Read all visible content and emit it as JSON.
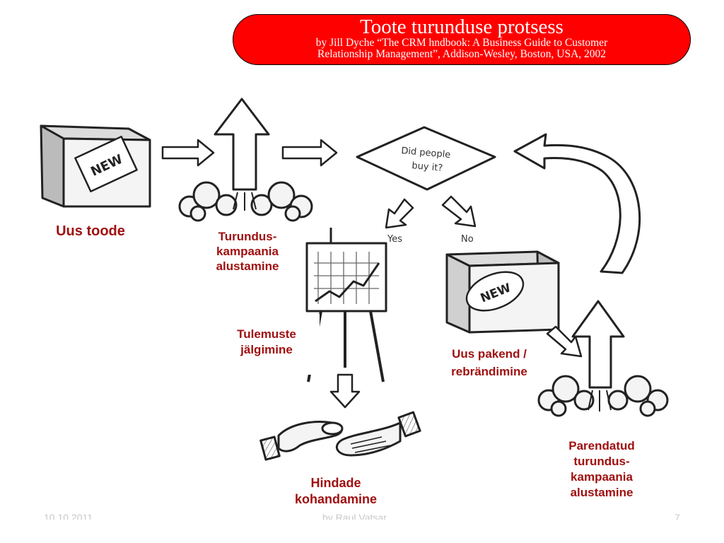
{
  "header": {
    "title": "Toote turunduse protsess",
    "subtitle_line1": "by Jill Dyche “The CRM hndbook: A Business Guide to Customer",
    "subtitle_line2": "Relationship Management”, Addison-Wesley, Boston, USA, 2002"
  },
  "diagram": {
    "box_sticker": "NEW",
    "decision_line1": "Did people",
    "decision_line2": "buy it?",
    "branch_yes": "Yes",
    "branch_no": "No"
  },
  "labels": {
    "new_product": "Uus toode",
    "campaign_start": [
      "Turundus-",
      "kampaania",
      "alustamine"
    ],
    "tracking": [
      "Tulemuste",
      "jälgimine"
    ],
    "price_adjust": [
      "Hindade",
      "kohandamine"
    ],
    "rebrand": [
      "Uus pakend /",
      "rebrändimine"
    ],
    "improved_campaign": [
      "Parendatud",
      "turundus-",
      "kampaania",
      "alustamine"
    ]
  },
  "footer": {
    "date": "10.10.2011",
    "author": "by Raul Vatsar",
    "page": "7"
  },
  "colors": {
    "title_bg": "#ff0000",
    "title_text": "#ffffff",
    "label": "#a01010",
    "sketch": "#222222",
    "footer": "#c8c8c8"
  }
}
